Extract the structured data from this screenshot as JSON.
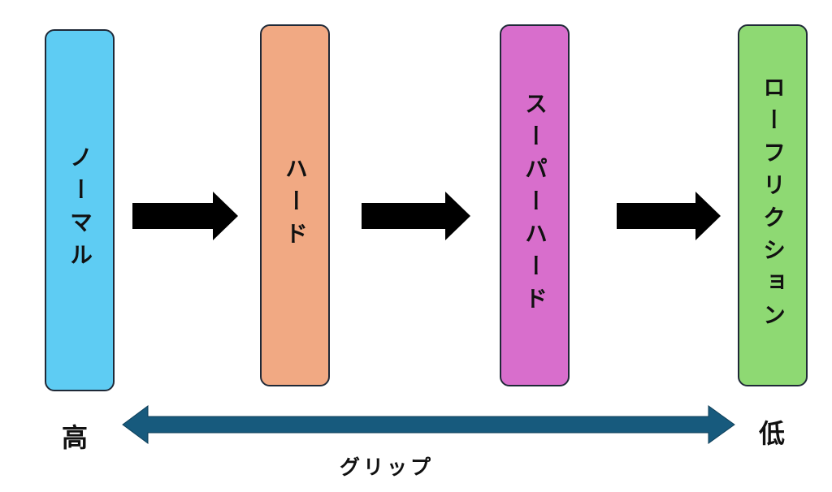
{
  "stages": [
    {
      "label": "ノーマル",
      "color": "#5ECCF3"
    },
    {
      "label": "ハード",
      "color": "#F1A983"
    },
    {
      "label": "スーパーハード",
      "color": "#D86ECC"
    },
    {
      "label": "ローフリクション",
      "color": "#8ED973"
    }
  ],
  "arrow_color": "#000000",
  "grip_axis": {
    "high_label": "高",
    "low_label": "低",
    "label": "グリップ",
    "color": "#175A7D"
  }
}
